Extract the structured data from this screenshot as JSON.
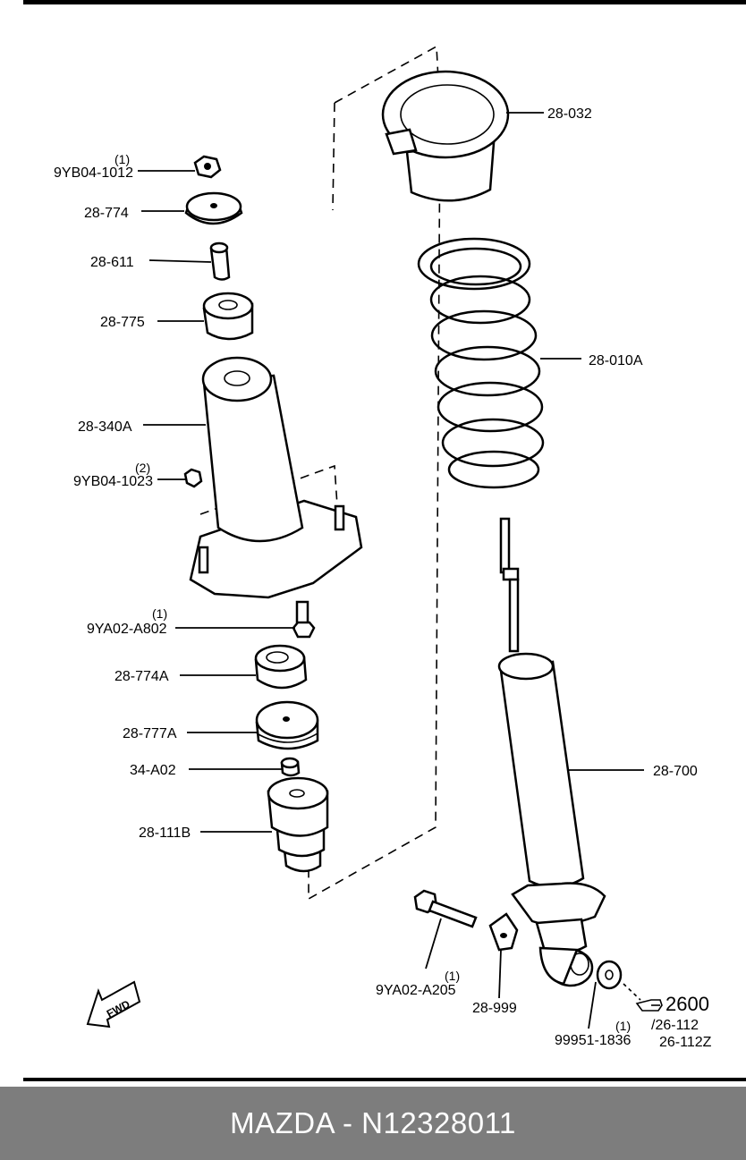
{
  "parts": [
    {
      "id": "p1",
      "label": "28-032"
    },
    {
      "id": "p2",
      "label": "9YB04-1012",
      "qty": "(1)"
    },
    {
      "id": "p3",
      "label": "28-774"
    },
    {
      "id": "p4",
      "label": "28-611"
    },
    {
      "id": "p5",
      "label": "28-775"
    },
    {
      "id": "p6",
      "label": "28-010A"
    },
    {
      "id": "p7",
      "label": "28-340A"
    },
    {
      "id": "p8",
      "label": "9YB04-1023",
      "qty": "(2)"
    },
    {
      "id": "p9",
      "label": "9YA02-A802",
      "qty": "(1)"
    },
    {
      "id": "p10",
      "label": "28-774A"
    },
    {
      "id": "p11",
      "label": "28-777A"
    },
    {
      "id": "p12",
      "label": "34-A02"
    },
    {
      "id": "p13",
      "label": "28-700"
    },
    {
      "id": "p14",
      "label": "28-111B"
    },
    {
      "id": "p15",
      "label": "9YA02-A205",
      "qty": "(1)"
    },
    {
      "id": "p16",
      "label": "28-999"
    },
    {
      "id": "p17",
      "label": "99951-1836",
      "qty": "(1)"
    }
  ],
  "reference": {
    "page": "2600",
    "line1": "/26-112",
    "line2": "26-112Z"
  },
  "fwd_label": "FWD",
  "footer": "MAZDA - N12328011"
}
